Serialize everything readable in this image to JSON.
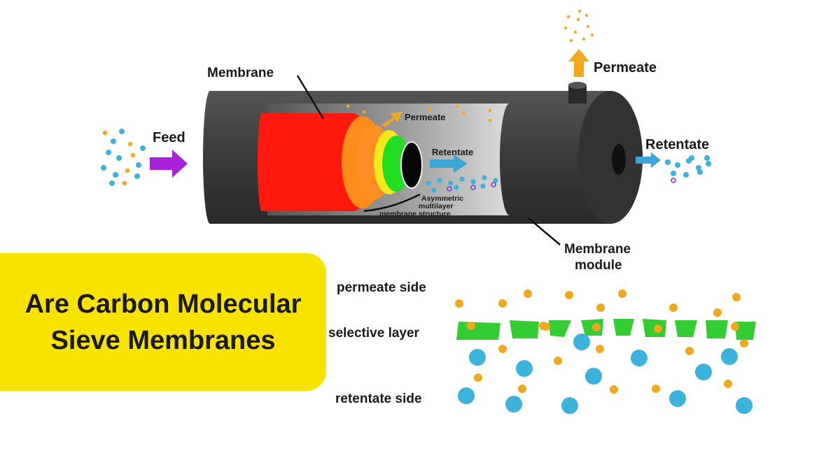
{
  "title": "Are Carbon Molecular Sieve Membranes",
  "module_diagram": {
    "membrane": "Membrane",
    "feed": "Feed",
    "permeate_inner": "Permeate",
    "retentate_inner": "Retentate",
    "structure_line1": "Asymmetric",
    "structure_line2": "multilayer",
    "structure_line3": "membrane structure",
    "permeate_outer": "Permeate",
    "retentate_outer": "Retentate",
    "module_line1": "Membrane",
    "module_line2": "module"
  },
  "sieve_diagram": {
    "permeate_side": "permeate side",
    "selective_layer": "selective layer",
    "retentate_side": "retentate side"
  },
  "colors": {
    "title_bg": "#f8e200",
    "small_molecule": "#f2a81d",
    "large_molecule": "#3bb3dc",
    "selective_layer": "#33cc33",
    "feed_arrow": "#a822d9",
    "permeate_arrow": "#f2a81d",
    "retentate_arrow": "#3aa6d6",
    "membrane_red": "#ff1a0d",
    "membrane_orange": "#ff8c1a",
    "membrane_yellow": "#f8e81a",
    "membrane_green": "#22dd22",
    "module_body": "#3e3e3e"
  }
}
